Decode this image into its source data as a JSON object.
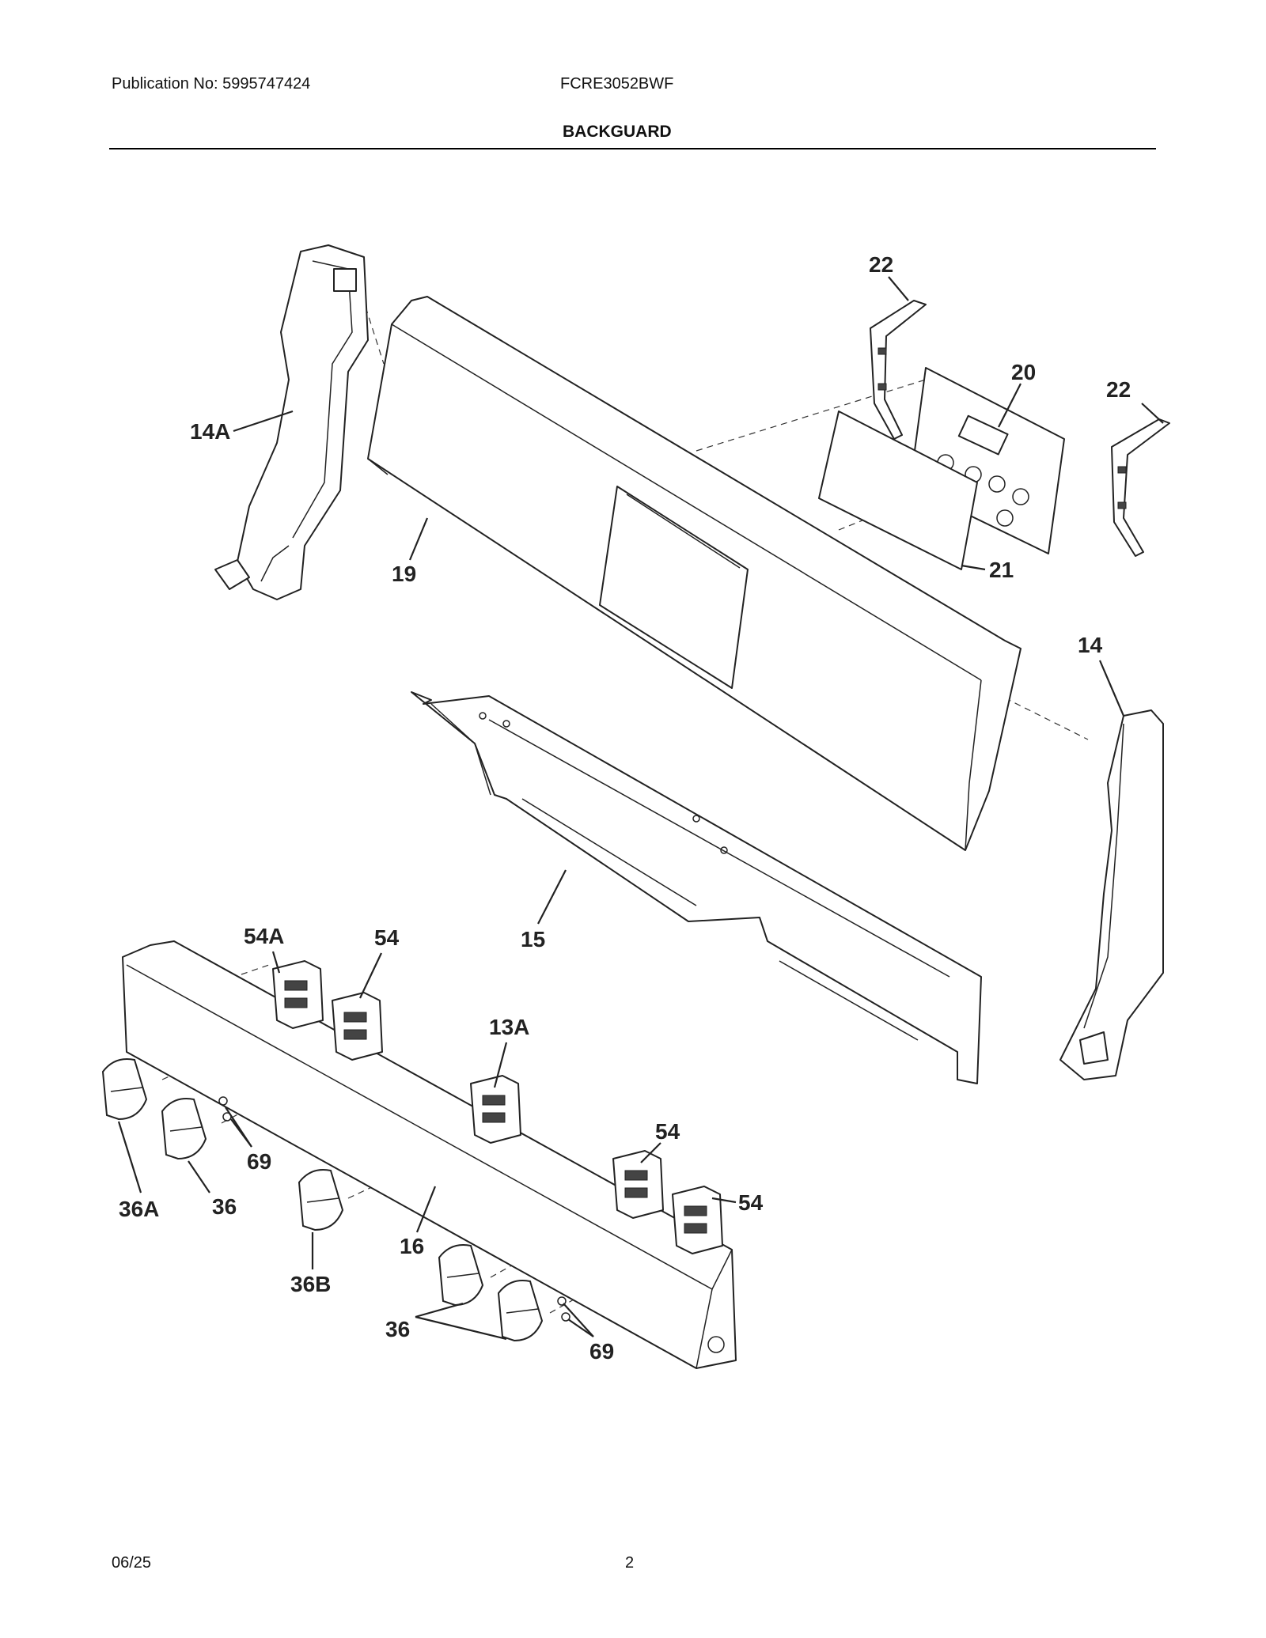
{
  "header": {
    "publication": "Publication No: 5995747424",
    "model": "FCRE3052BWF",
    "section_title": "BACKGUARD"
  },
  "footer": {
    "date": "06/25",
    "page_number": "2"
  },
  "callouts": {
    "c22a": "22",
    "c22b": "22",
    "c20": "20",
    "c14a": "14A",
    "c19": "19",
    "c21": "21",
    "c14": "14",
    "c15": "15",
    "c54a": "54A",
    "c54_1": "54",
    "c13a": "13A",
    "c54_2": "54",
    "c54_3": "54",
    "c69a": "69",
    "c36a": "36A",
    "c36_1": "36",
    "c16": "16",
    "c36b": "36B",
    "c36_2": "36",
    "c69b": "69"
  }
}
